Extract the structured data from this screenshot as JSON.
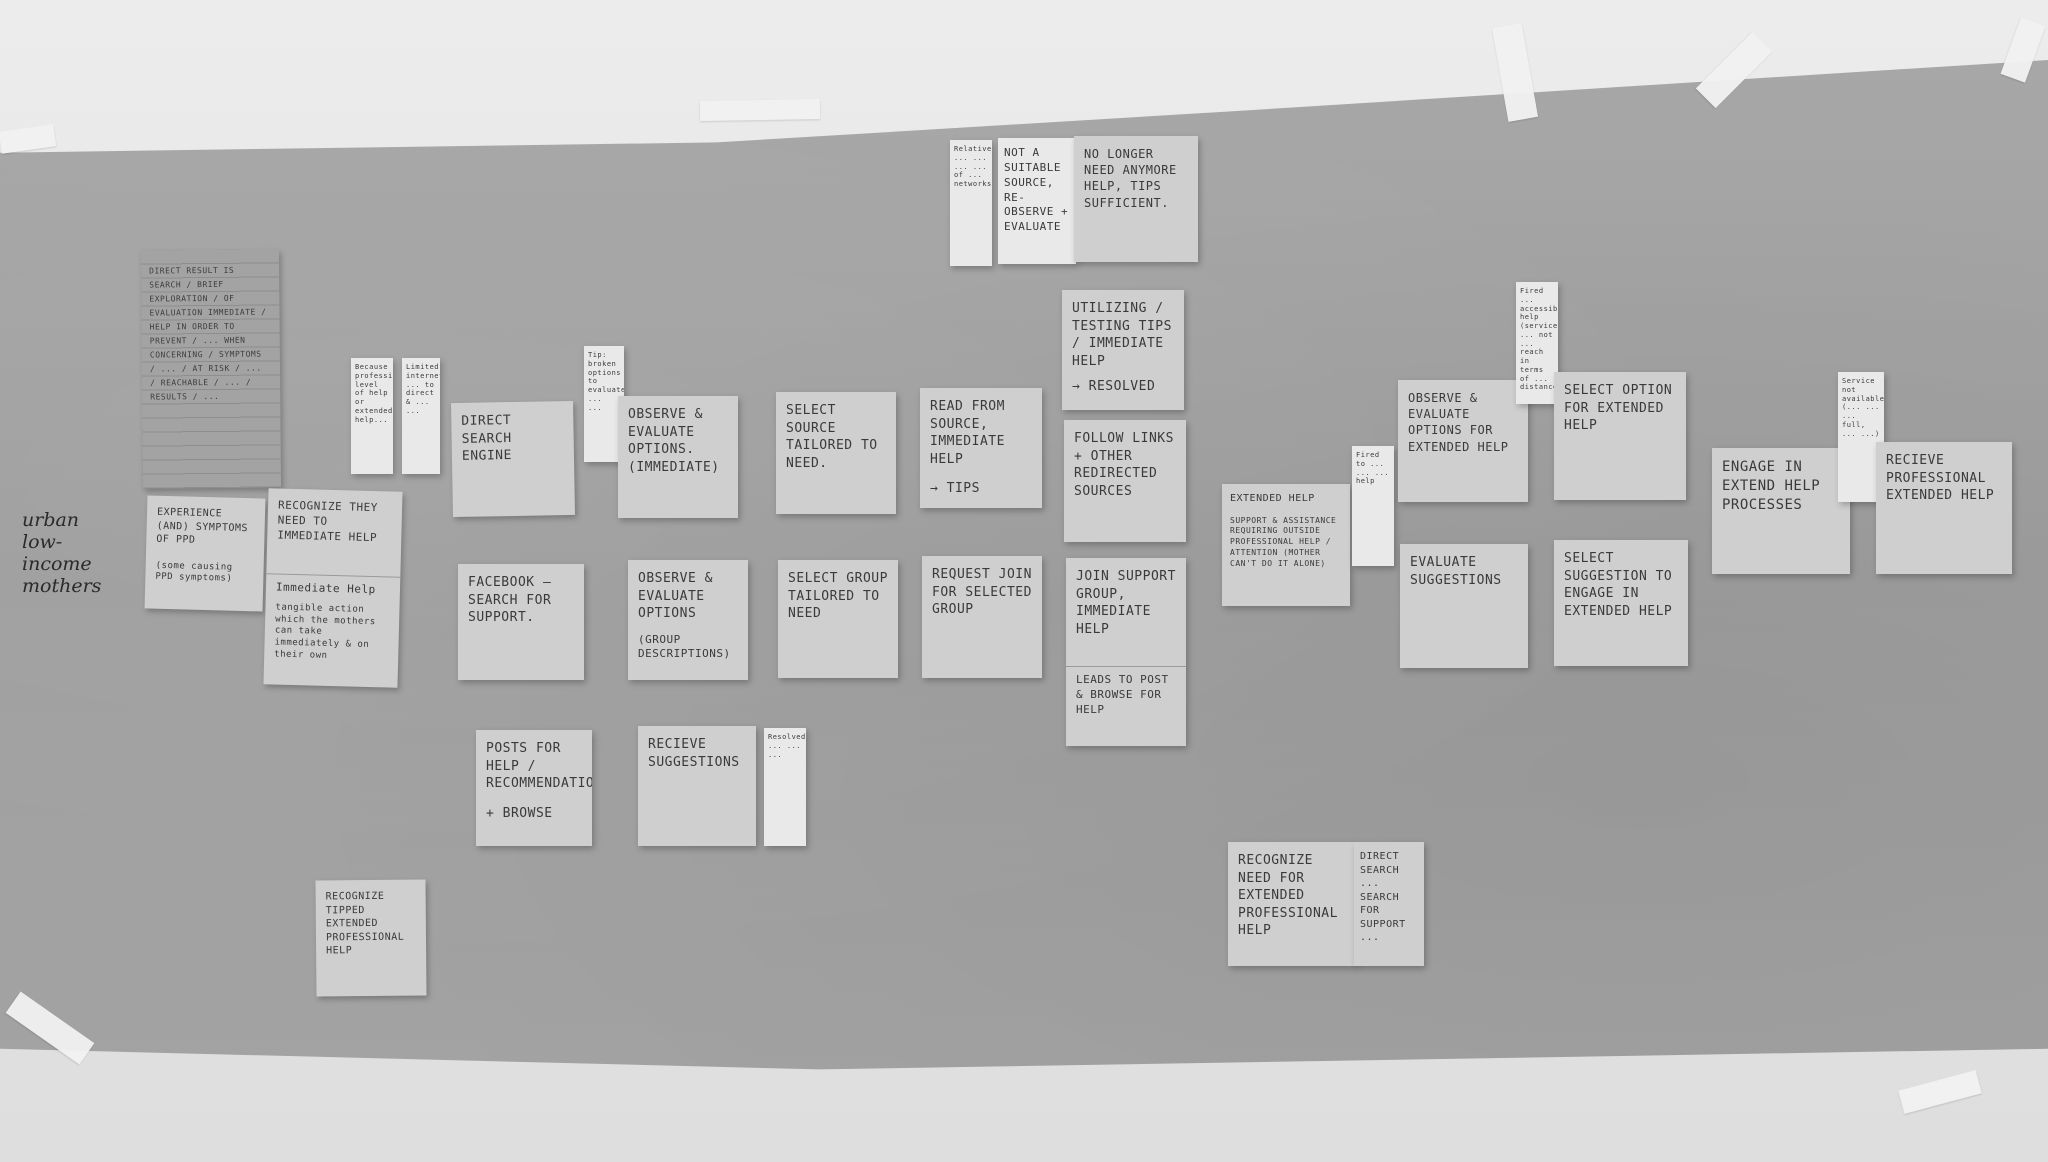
{
  "label": [
    "urban",
    "low-income",
    "mothers"
  ],
  "notes": {
    "n_lined": "Direct result is search / brief exploration / of evaluation immediate / help in order to prevent / ... when concerning / symptoms / ... / at risk / ... / reachable / ... / results / ...",
    "n_experience": "Experience (and) symptoms of PPD",
    "n_experience_sub": "(some causing PPD symptoms)",
    "n_recognize": "Recognize they need to immediate help",
    "n_immediate_title": "Immediate Help",
    "n_immediate_body": "tangible action which the mothers can take immediately & on their own",
    "n_tiny1": "Because professional level of help or extended help...",
    "n_tiny2": "Limited internet ... to direct & ... ...",
    "n_direct_search": "Direct search engine",
    "n_tiny3": "Tip: broken options to evaluate, ... ...",
    "n_observe1": "Observe & evaluate options. (immediate)",
    "n_select_source": "Select source tailored to need.",
    "n_read_source": "Read from source, immediate help",
    "n_tips": "→ tips",
    "n_tiny4": "Relatively ... ... ... ... of ... networks",
    "n_not_suitable": "Not a suitable source, re-observe + evaluate",
    "n_no_longer": "No longer need anymore help, tips sufficient.",
    "n_utilizing": "Utilizing / testing tips / immediate help",
    "n_resolved": "→ resolved",
    "n_follow_links": "Follow links + other redirected sources",
    "n_facebook": "Facebook — search for support.",
    "n_observe2": "Observe & evaluate options",
    "n_observe2_sub": "(group descriptions)",
    "n_select_group": "Select group tailored to need",
    "n_request_join": "Request join for selected group",
    "n_join_group": "Join support group, immediate help",
    "n_leads_to": "Leads to post & browse for help",
    "n_posts": "Posts for help / recommendations",
    "n_browse": "+ browse",
    "n_recieve_sugg": "Recieve suggestions",
    "n_tiny5": "Resolved ... ... ...",
    "n_recognize_tipped": "Recognize tipped extended professional help",
    "n_extended_title": "Extended help",
    "n_extended_body": "Support & assistance requiring outside professional help / attention (mother can't do it alone)",
    "n_tiny6": "Fired to ... ... ... help",
    "n_observe_ext": "Observe & evaluate options for extended help",
    "n_tiny7": "Fired ... accessible help (services ... not ... reach in terms of ... distance)",
    "n_select_option_ext": "Select option for extended help",
    "n_evaluate_sugg": "Evaluate suggestions",
    "n_select_sugg": "Select suggestion to engage in extended help",
    "n_engage": "Engage in extend help processes",
    "n_tiny8": "Service not available (... ... ... full, ... ...)",
    "n_recieve_prof": "Recieve professional extended help",
    "n_recognize_ext": "Recognize need for extended professional help",
    "n_direct_search2": "Direct search ... search for support ..."
  }
}
